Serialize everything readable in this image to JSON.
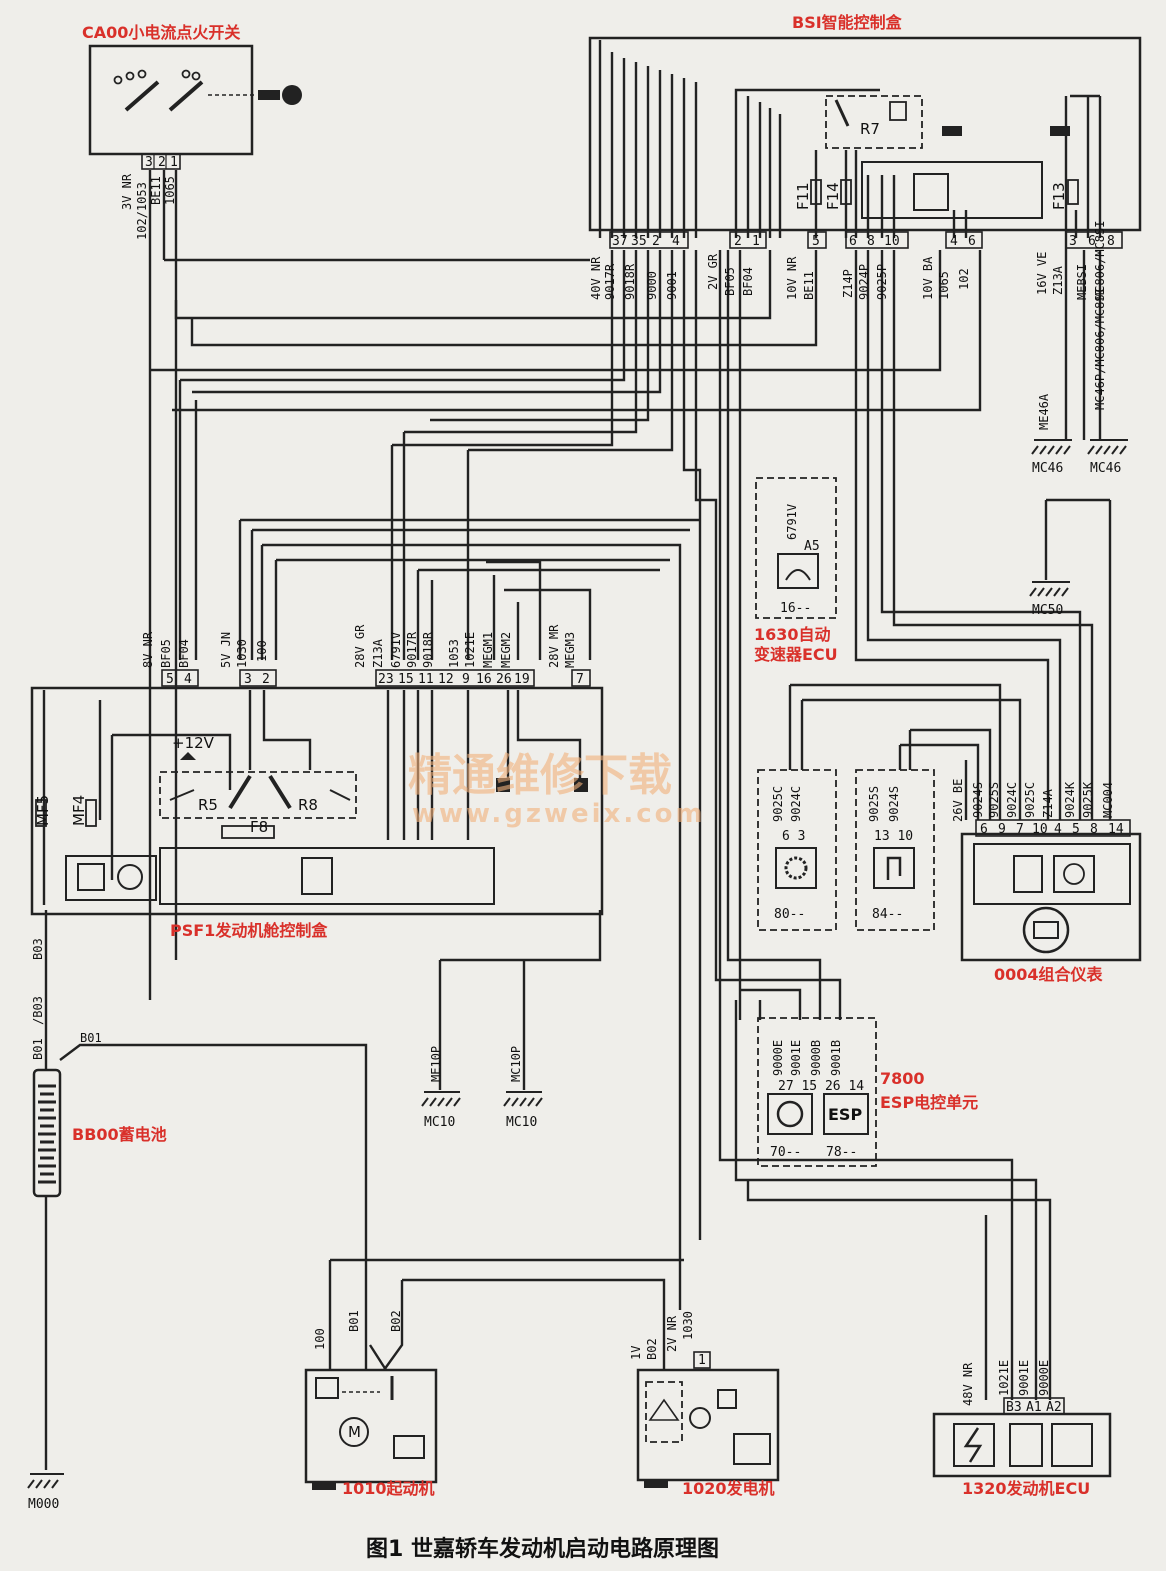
{
  "caption": "图1 世嘉轿车发动机启动电路原理图",
  "watermark": {
    "cn": "精通维修下载",
    "url": "www.gzweix.com"
  },
  "components": {
    "ca00": "CA00小电流点火开关",
    "bsi": "BSI智能控制盒",
    "psf1": "PSF1发动机舱控制盒",
    "bb00": "BB00蓄电池",
    "ecu1630_l1": "1630自动",
    "ecu1630_l2": "变速器ECU",
    "esp_num": "7800",
    "esp_name": "ESP电控单元",
    "inst": "0004组合仪表",
    "starter": "1010起动机",
    "alt": "1020发电机",
    "engecu": "1320发动机ECU"
  },
  "grounds": {
    "m000": "M000",
    "mc10a": "MC10",
    "mc10b": "MC10",
    "mc46a": "MC46",
    "mc46b": "MC46",
    "mc50": "MC50"
  },
  "labels": {
    "r7": "R7",
    "f11": "F11",
    "f14": "F14",
    "f13": "F13",
    "r5": "R5",
    "r8": "R8",
    "f8": "F8",
    "mf5": "MF5",
    "mf4": "MF4",
    "plus12": "+12V",
    "a5": "A5",
    "m": "M",
    "esp": "ESP",
    "n16": "16--",
    "n80": "80--",
    "n84": "84--",
    "n70": "70--",
    "n78": "78--"
  },
  "pins": {
    "ca00": [
      "3",
      "2",
      "1"
    ],
    "bsi_a": [
      "37",
      "35",
      "2",
      "4"
    ],
    "bsi_b": [
      "2",
      "1"
    ],
    "bsi_c": [
      "5"
    ],
    "bsi_d": [
      "6",
      "8",
      "10"
    ],
    "bsi_e": [
      "4",
      "6"
    ],
    "bsi_f": [
      "3",
      "6",
      "8"
    ],
    "psf_a": [
      "5",
      "4"
    ],
    "psf_b": [
      "3",
      "2"
    ],
    "psf_c": [
      "23",
      "15",
      "11",
      "12",
      "9",
      "16",
      "26",
      "19"
    ],
    "psf_d": [
      "7"
    ],
    "inst": [
      "6",
      "9",
      "7",
      "10",
      "4",
      "5",
      "8",
      "14"
    ],
    "comp80": "6 3",
    "comp84": "13 10",
    "esp": "27 15 26 14",
    "engecu": [
      "B3",
      "A1",
      "A2"
    ],
    "alt1": "1"
  },
  "wires": {
    "ca00": [
      "3V NR",
      "102/1053",
      "BE11",
      "1065"
    ],
    "bsi": [
      "40V NR",
      "9017R",
      "9018R",
      "9000",
      "9001",
      "2V GR",
      "BF05",
      "BF04",
      "10V NR",
      "BE11",
      "Z14P",
      "9024P",
      "9025P",
      "10V BA",
      "1065",
      "102",
      "16V VE",
      "Z13A",
      "MEBSI",
      "MC806/MC8SI"
    ],
    "mc46": [
      "ME46A",
      "MC46P/MC806/MC8SI"
    ],
    "ecu1630": "6791V",
    "psf": [
      "8V NR",
      "BF05",
      "BF04",
      "5V JN",
      "1030",
      "100",
      "28V GR",
      "Z13A",
      "6791V",
      "9017R",
      "9018R",
      "1053",
      "1021E",
      "MEGM1",
      "MEGM2",
      "28V MR",
      "MEGM3"
    ],
    "mc10": [
      "ME10P",
      "MC10P"
    ],
    "b": [
      "B03",
      "/B03",
      "B01",
      "B01",
      "B01",
      "B02",
      "100"
    ],
    "alt": [
      "1V",
      "B02",
      "2V NR",
      "1030"
    ],
    "comp80": [
      "9025C",
      "9024C"
    ],
    "comp84": [
      "9025S",
      "9024S"
    ],
    "inst": [
      "26V BE",
      "9024S",
      "9025S",
      "9024C",
      "9025C",
      "Z14A",
      "9024K",
      "9025K",
      "MC004"
    ],
    "esp": [
      "9000E",
      "9001E",
      "9000B",
      "9001B"
    ],
    "engecu": [
      "48V NR",
      "1021E",
      "9001E",
      "9000E"
    ]
  }
}
